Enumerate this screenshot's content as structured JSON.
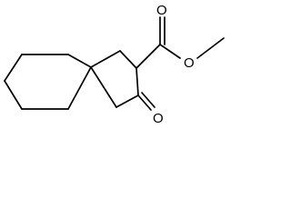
{
  "molecule": {
    "atoms": {
      "o_carbonyl_ester": "O",
      "o_ester": "O",
      "o_ketone": "O"
    }
  },
  "colors": {
    "background": "#ffffff",
    "bond": "#000000",
    "text": "#000000"
  }
}
